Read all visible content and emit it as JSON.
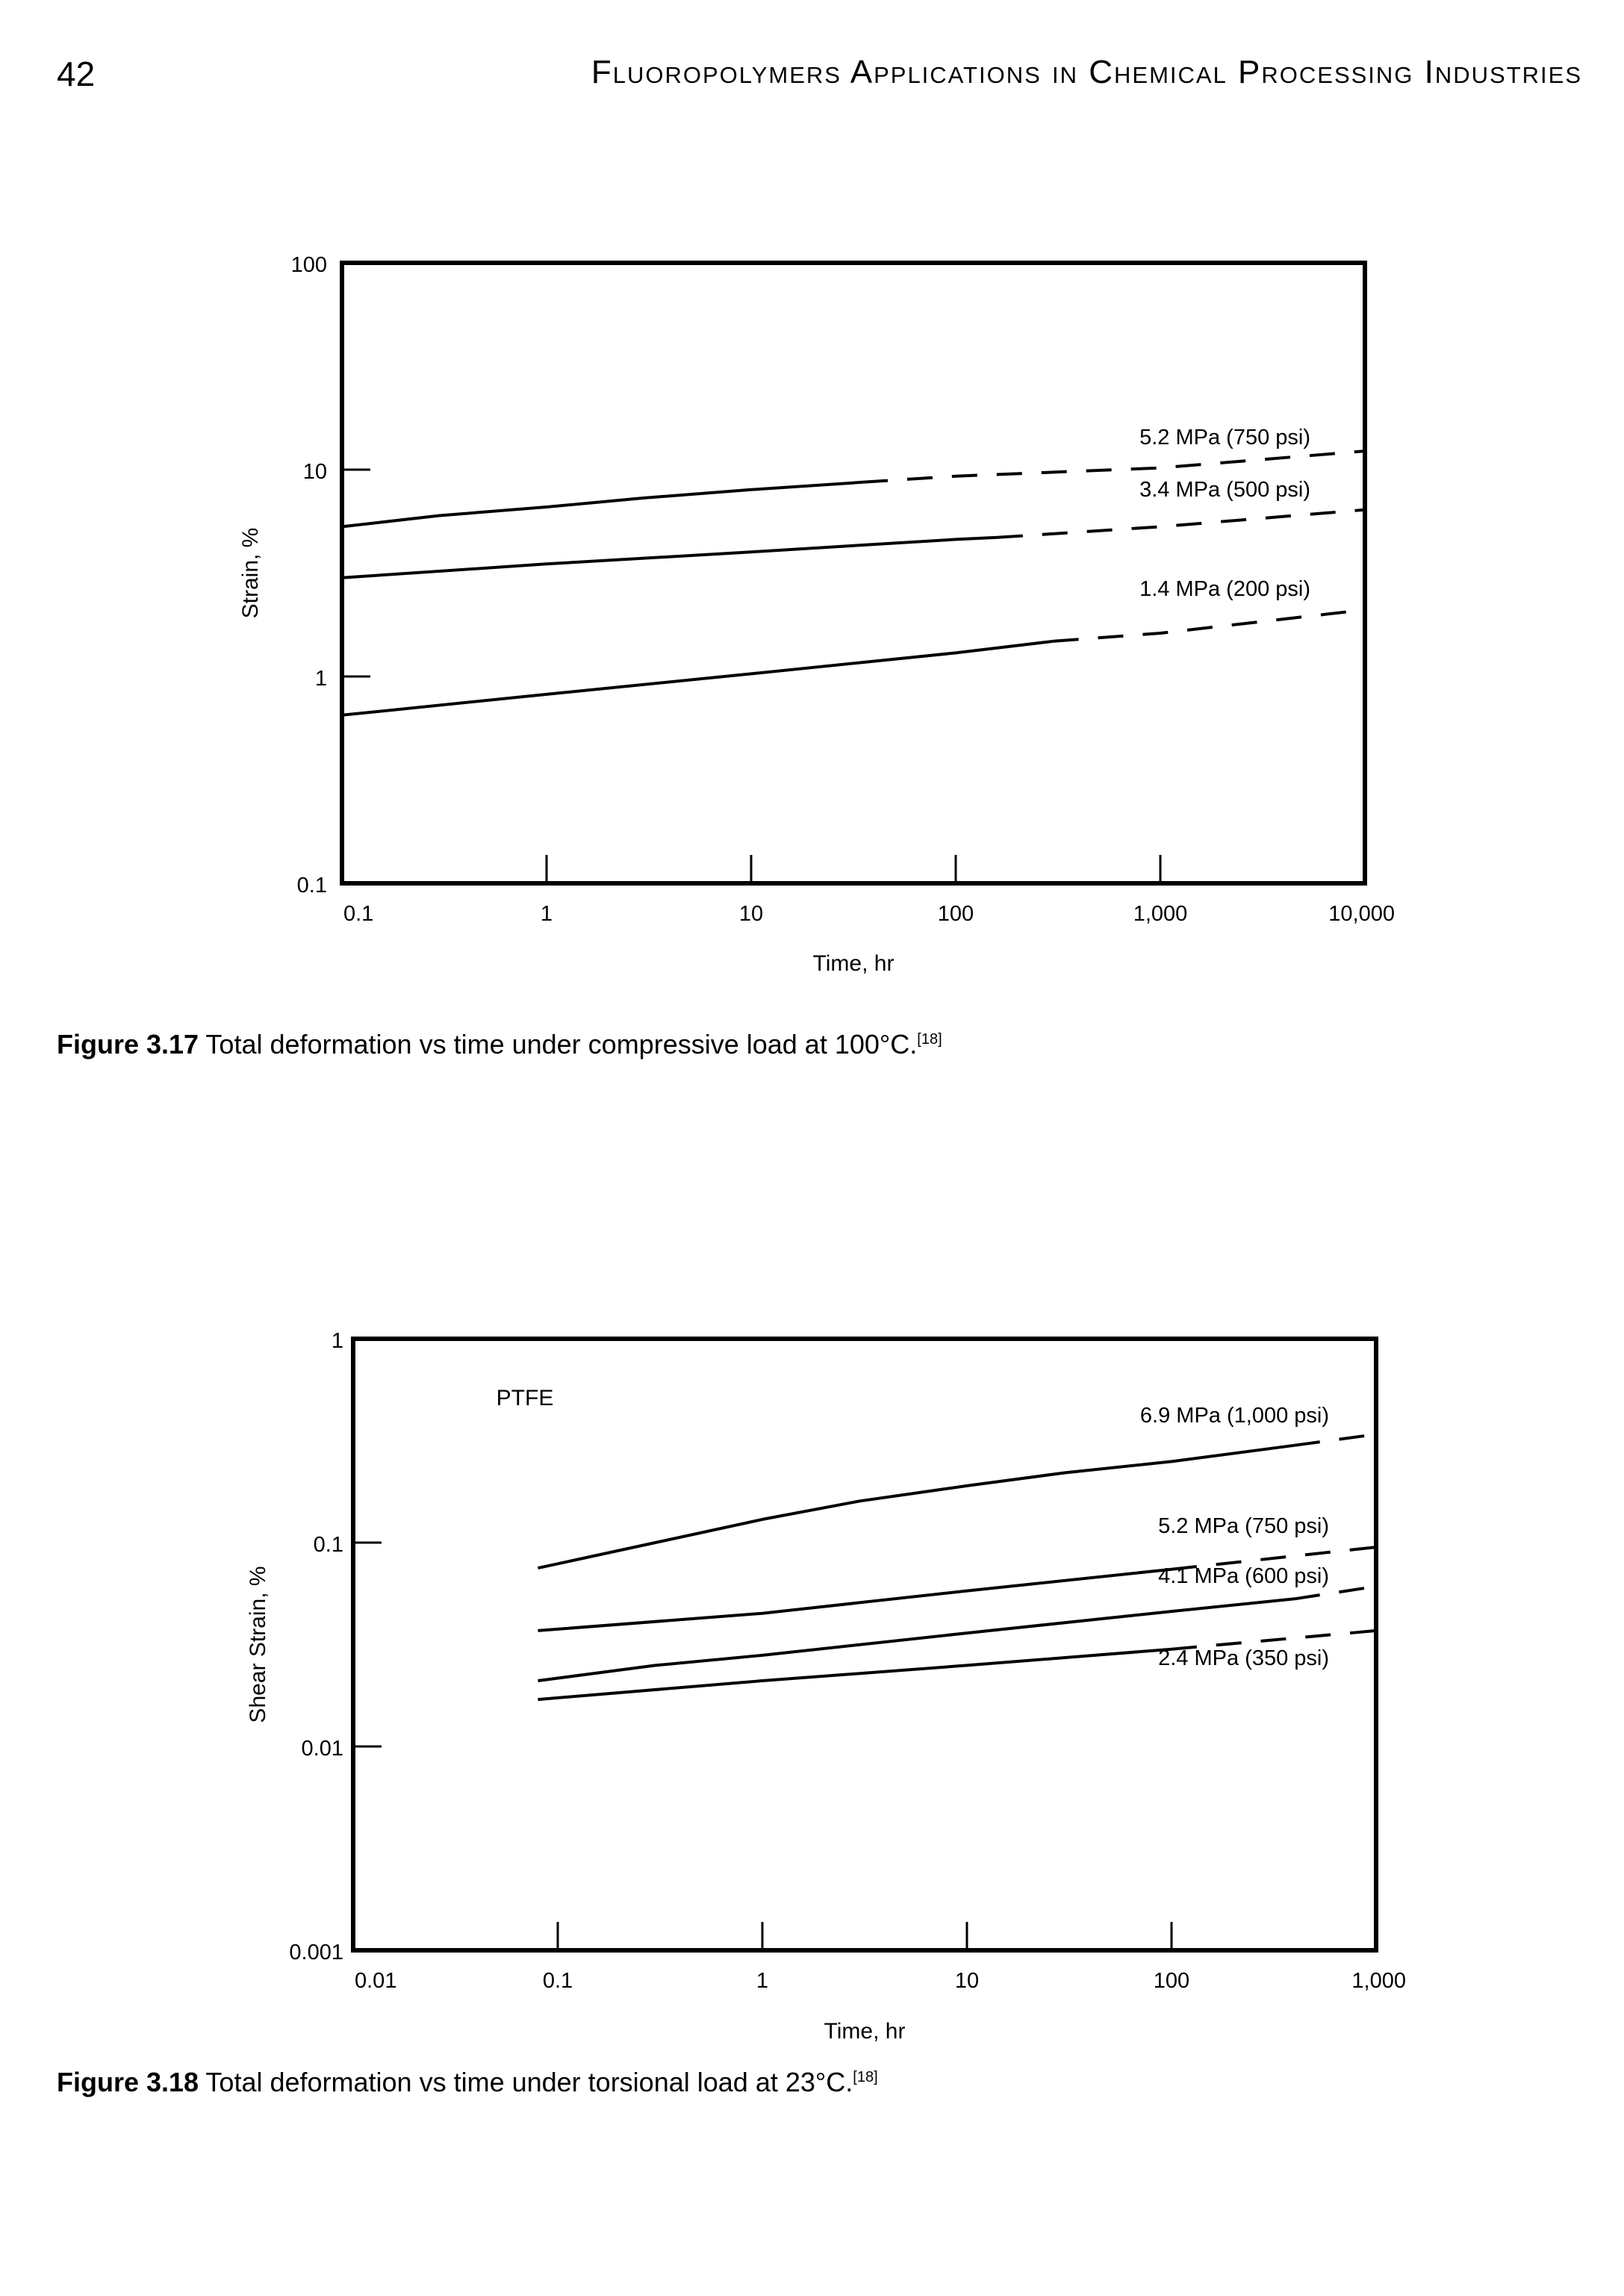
{
  "header": {
    "page_number": "42",
    "running_title": "Fluoropolymers Applications in Chemical Processing Industries"
  },
  "figures": [
    {
      "caption_label": "Figure 3.17",
      "caption_text": " Total deformation vs time under compressive load at 100°C.",
      "caption_ref": "[18]"
    },
    {
      "caption_label": "Figure 3.18",
      "caption_text": " Total deformation vs time under torsional load at 23°C.",
      "caption_ref": "[18]"
    }
  ],
  "chart_data": [
    {
      "type": "line",
      "title": "",
      "xlabel": "Time, hr",
      "ylabel": "Strain, %",
      "xscale": "log",
      "yscale": "log",
      "xlim": [
        0.1,
        10000
      ],
      "ylim": [
        0.1,
        100
      ],
      "x_ticks": [
        0.1,
        1,
        10,
        100,
        1000,
        10000
      ],
      "x_tick_labels": [
        "0.1",
        "1",
        "10",
        "100",
        "1,000",
        "10,000"
      ],
      "y_ticks": [
        0.1,
        1,
        10,
        100
      ],
      "y_tick_labels": [
        "0.1",
        "1",
        "10",
        "100"
      ],
      "annotation": "",
      "series": [
        {
          "name": "5.2 MPa (750 psi)",
          "solid": [
            [
              0.1,
              5.3
            ],
            [
              0.3,
              6.0
            ],
            [
              1,
              6.6
            ],
            [
              3,
              7.3
            ],
            [
              10,
              8.0
            ],
            [
              30,
              8.6
            ],
            [
              35,
              8.7
            ]
          ],
          "dashed": [
            [
              35,
              8.7
            ],
            [
              100,
              9.3
            ],
            [
              1000,
              10.2
            ],
            [
              10000,
              12.3
            ]
          ]
        },
        {
          "name": "3.4 MPa (500 psi)",
          "solid": [
            [
              0.1,
              3.0
            ],
            [
              1,
              3.5
            ],
            [
              10,
              4.0
            ],
            [
              100,
              4.6
            ],
            [
              160,
              4.7
            ]
          ],
          "dashed": [
            [
              160,
              4.7
            ],
            [
              1000,
              5.3
            ],
            [
              10000,
              6.4
            ]
          ]
        },
        {
          "name": "1.4 MPa (200 psi)",
          "solid": [
            [
              0.1,
              0.65
            ],
            [
              1,
              0.82
            ],
            [
              10,
              1.03
            ],
            [
              100,
              1.3
            ],
            [
              300,
              1.48
            ]
          ],
          "dashed": [
            [
              300,
              1.48
            ],
            [
              1000,
              1.62
            ],
            [
              10000,
              2.1
            ]
          ]
        }
      ]
    },
    {
      "type": "line",
      "title": "",
      "xlabel": "Time, hr",
      "ylabel": "Shear Strain, %",
      "xscale": "log",
      "yscale": "log",
      "xlim": [
        0.01,
        1000
      ],
      "ylim": [
        0.001,
        1
      ],
      "x_ticks": [
        0.01,
        0.1,
        1,
        10,
        100,
        1000
      ],
      "x_tick_labels": [
        "0.01",
        "0.1",
        "1",
        "10",
        "100",
        "1,000"
      ],
      "y_ticks": [
        0.001,
        0.01,
        0.1,
        1
      ],
      "y_tick_labels": [
        "0.001",
        "0.01",
        "0.1",
        "1"
      ],
      "annotation": "PTFE",
      "series": [
        {
          "name": "6.9 MPa (1,000 psi)",
          "solid": [
            [
              0.08,
              0.075
            ],
            [
              0.3,
              0.1
            ],
            [
              1,
              0.13
            ],
            [
              3,
              0.16
            ],
            [
              10,
              0.19
            ],
            [
              30,
              0.22
            ],
            [
              100,
              0.25
            ],
            [
              400,
              0.3
            ]
          ],
          "dashed": [
            [
              400,
              0.3
            ],
            [
              1000,
              0.34
            ]
          ]
        },
        {
          "name": "5.2 MPa (750 psi)",
          "solid": [
            [
              0.08,
              0.037
            ],
            [
              1,
              0.045
            ],
            [
              10,
              0.058
            ],
            [
              100,
              0.074
            ]
          ],
          "dashed": [
            [
              100,
              0.074
            ],
            [
              1000,
              0.095
            ]
          ]
        },
        {
          "name": "4.1 MPa (600 psi)",
          "solid": [
            [
              0.08,
              0.021
            ],
            [
              0.3,
              0.025
            ],
            [
              1,
              0.028
            ],
            [
              10,
              0.036
            ],
            [
              100,
              0.046
            ],
            [
              400,
              0.053
            ]
          ],
          "dashed": [
            [
              400,
              0.053
            ],
            [
              1000,
              0.061
            ]
          ]
        },
        {
          "name": "2.4 MPa (350 psi)",
          "solid": [
            [
              0.08,
              0.017
            ],
            [
              1,
              0.021
            ],
            [
              10,
              0.025
            ],
            [
              100,
              0.03
            ]
          ],
          "dashed": [
            [
              100,
              0.03
            ],
            [
              1000,
              0.037
            ]
          ]
        }
      ]
    }
  ]
}
